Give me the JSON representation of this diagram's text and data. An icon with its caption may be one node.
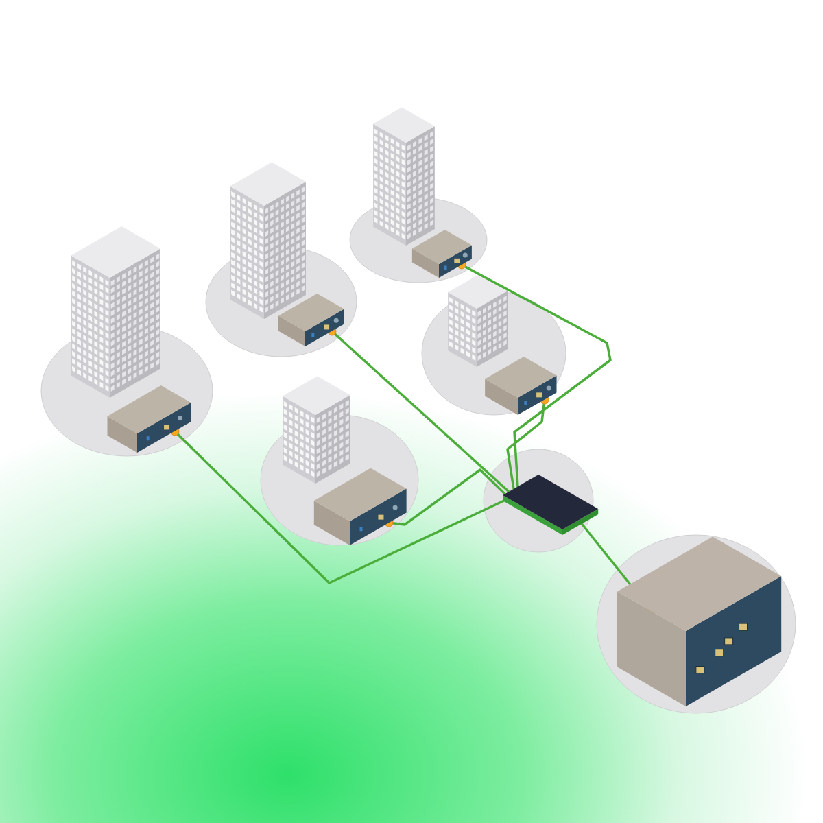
{
  "diagram": {
    "nodes": [
      {
        "text": [],
        "shape": "picture"
      },
      {
        "text": [],
        "shape": "picture"
      },
      {
        "text": [],
        "shape": "picture"
      },
      {
        "text": [],
        "shape": "picture"
      },
      {
        "text": [],
        "shape": "picture"
      },
      {
        "text": [],
        "shape": "picture"
      },
      {
        "text": [],
        "shape": "picture"
      }
    ],
    "edges": [
      {
        "from": 0,
        "to": 5,
        "arrow": "other"
      },
      {
        "from": 1,
        "to": 5,
        "arrow": "other"
      },
      {
        "from": 2,
        "to": 5,
        "arrow": "other"
      },
      {
        "from": 3,
        "to": 5,
        "arrow": "other"
      },
      {
        "from": 4,
        "to": 5,
        "arrow": "other"
      },
      {
        "from": 6,
        "to": 5,
        "arrow": "other"
      }
    ]
  }
}
